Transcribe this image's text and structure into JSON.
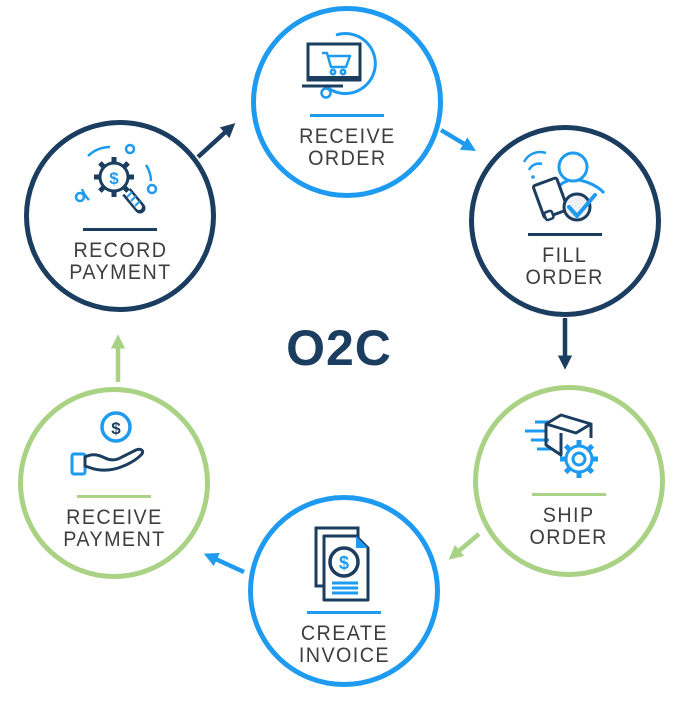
{
  "title": "O2C",
  "colors": {
    "blue": "#1e9bf0",
    "navy": "#1b3d5f",
    "green": "#a9d284",
    "label": "#3e3e3e"
  },
  "icons": {
    "dollar": "$"
  },
  "nodes": [
    {
      "id": "receive-order",
      "line1": "RECEIVE",
      "line2": "ORDER",
      "accent": "blue",
      "icon": "online-order-cart-icon"
    },
    {
      "id": "fill-order",
      "line1": "FILL",
      "line2": "ORDER",
      "accent": "navy",
      "icon": "person-tablet-check-icon"
    },
    {
      "id": "ship-order",
      "line1": "SHIP",
      "line2": "ORDER",
      "accent": "green",
      "icon": "shipping-box-gear-icon"
    },
    {
      "id": "create-invoice",
      "line1": "CREATE",
      "line2": "INVOICE",
      "accent": "blue",
      "icon": "invoice-dollar-icon"
    },
    {
      "id": "receive-payment",
      "line1": "RECEIVE",
      "line2": "PAYMENT",
      "accent": "green",
      "icon": "hand-coin-icon"
    },
    {
      "id": "record-payment",
      "line1": "RECORD",
      "line2": "PAYMENT",
      "accent": "navy",
      "icon": "magnifier-gear-dollar-icon"
    }
  ],
  "arrows": [
    {
      "from": "receive-order",
      "to": "fill-order",
      "color": "blue"
    },
    {
      "from": "fill-order",
      "to": "ship-order",
      "color": "navy"
    },
    {
      "from": "ship-order",
      "to": "create-invoice",
      "color": "green"
    },
    {
      "from": "create-invoice",
      "to": "receive-payment",
      "color": "blue"
    },
    {
      "from": "receive-payment",
      "to": "record-payment",
      "color": "green"
    },
    {
      "from": "record-payment",
      "to": "receive-order",
      "color": "navy"
    }
  ]
}
